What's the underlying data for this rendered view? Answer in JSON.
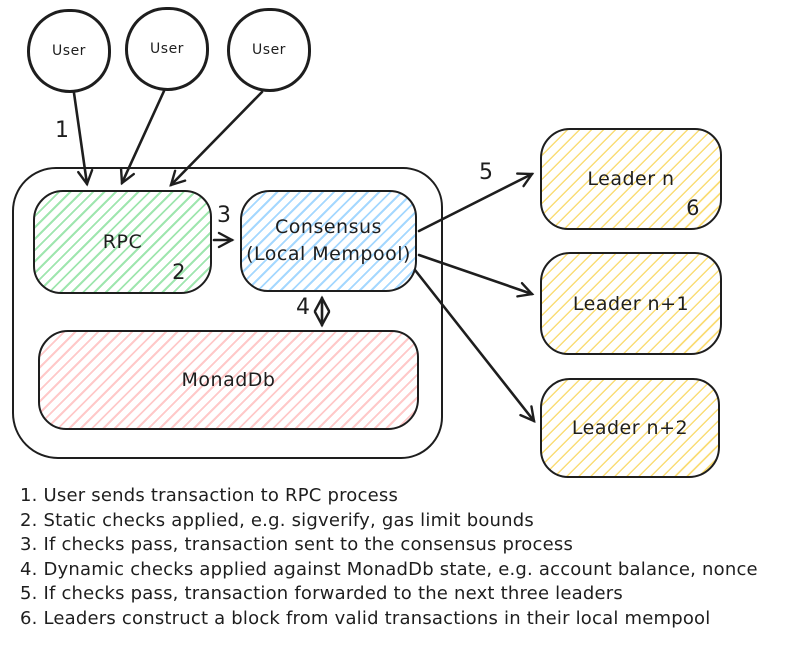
{
  "diagram": {
    "users": [
      {
        "label": "User"
      },
      {
        "label": "User"
      },
      {
        "label": "User"
      }
    ],
    "rpc": {
      "label": "RPC",
      "step_badge": "2"
    },
    "consensus": {
      "line1": "Consensus",
      "line2": "(Local Mempool)"
    },
    "monaddb": {
      "label": "MonadDb"
    },
    "leaders": [
      {
        "label": "Leader n",
        "step_badge": "6"
      },
      {
        "label": "Leader n+1"
      },
      {
        "label": "Leader n+2"
      }
    ],
    "step_labels": {
      "s1": "1",
      "s3": "3",
      "s4": "4",
      "s5": "5"
    },
    "colors": {
      "stroke": "#1e1e1e",
      "rpc_fill": "#9fe6af",
      "consensus_fill": "#a5d8ff",
      "monaddb_fill": "#ffc9c9",
      "leader_fill": "#fadd77"
    }
  },
  "legend": {
    "items": [
      "1. User sends transaction to RPC process",
      "2. Static checks applied, e.g. sigverify, gas limit bounds",
      "3. If checks pass, transaction sent to the consensus process",
      "4. Dynamic checks applied against MonadDb state, e.g. account balance, nonce",
      "5. If checks pass, transaction forwarded to the next three leaders",
      "6. Leaders construct a block from valid transactions in their local mempool"
    ]
  }
}
